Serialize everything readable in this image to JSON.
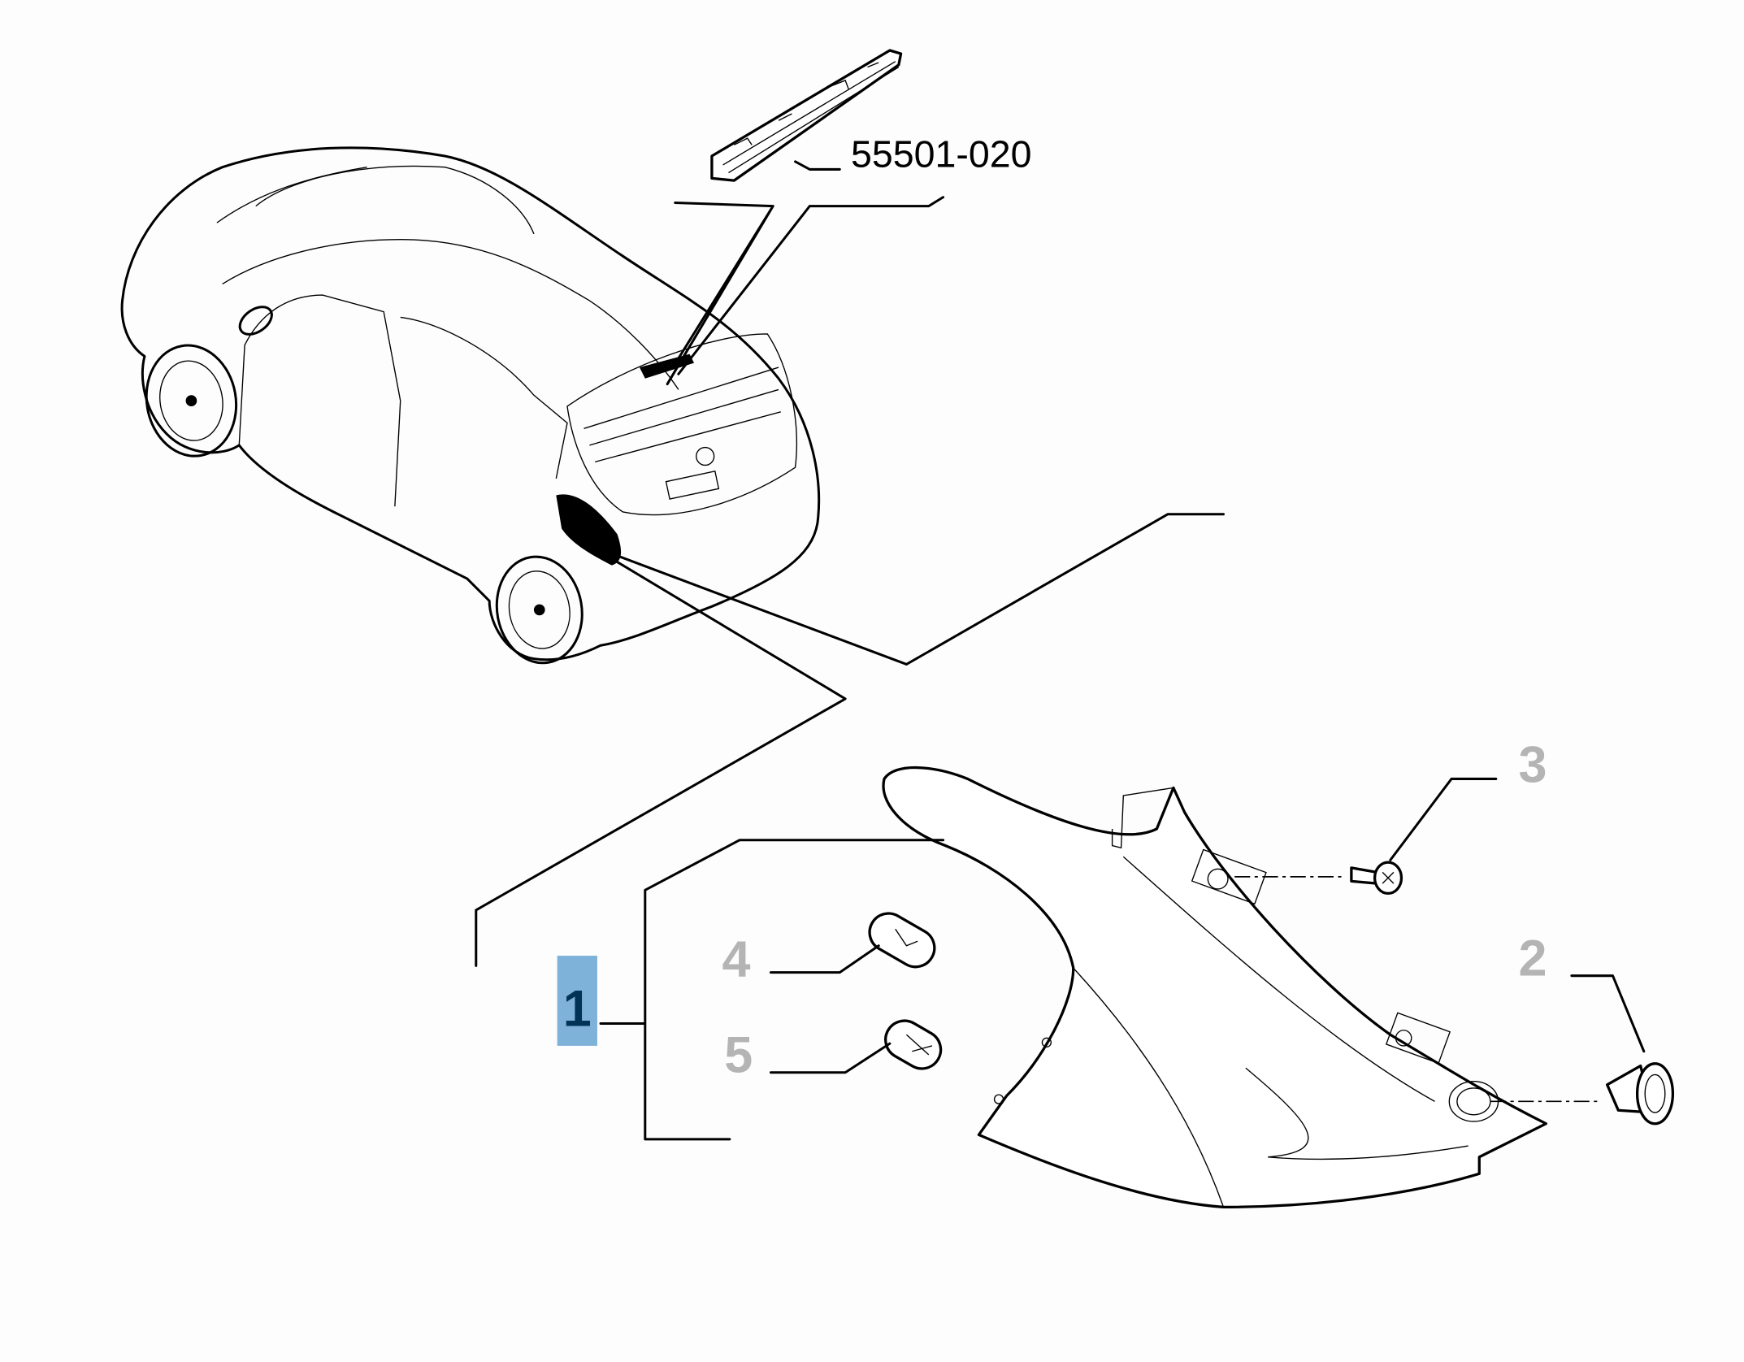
{
  "diagram": {
    "part_code": "55501-020",
    "callouts": [
      {
        "id": "1",
        "label": "1",
        "highlighted": true
      },
      {
        "id": "2",
        "label": "2"
      },
      {
        "id": "3",
        "label": "3"
      },
      {
        "id": "4",
        "label": "4"
      },
      {
        "id": "5",
        "label": "5"
      }
    ],
    "colors": {
      "highlight_bg": "#7fb2d8",
      "highlight_text": "#003355",
      "callout_gray": "#b4b4b4"
    }
  }
}
